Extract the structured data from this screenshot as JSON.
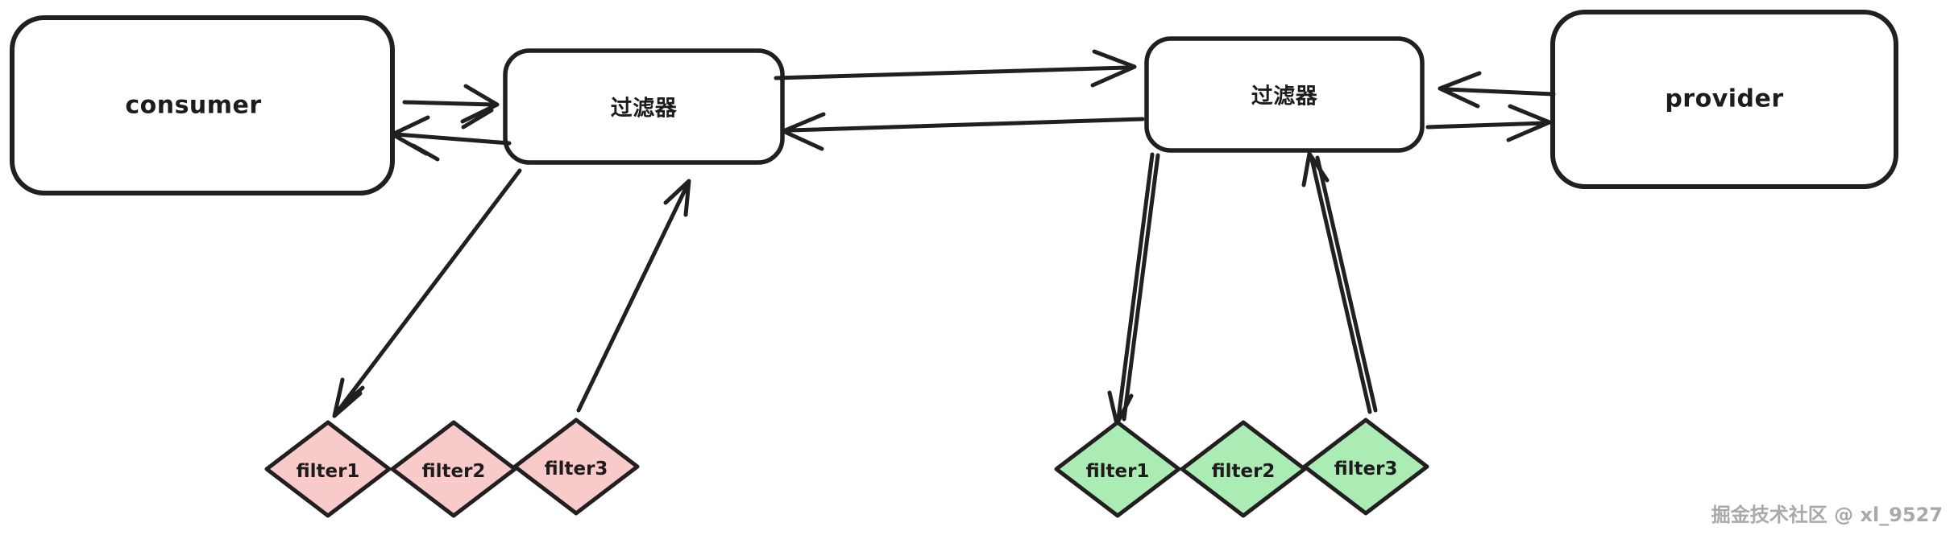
{
  "diagram": {
    "nodes": {
      "consumer": {
        "label": "consumer"
      },
      "filter_box_left": {
        "label": "过滤器"
      },
      "filter_box_right": {
        "label": "过滤器"
      },
      "provider": {
        "label": "provider"
      }
    },
    "pink_filters": [
      {
        "label": "filter1"
      },
      {
        "label": "filter2"
      },
      {
        "label": "filter3"
      }
    ],
    "green_filters": [
      {
        "label": "filter1"
      },
      {
        "label": "filter2"
      },
      {
        "label": "filter3"
      }
    ],
    "colors": {
      "stroke": "#211f1f",
      "pink_fill": "#f9caca",
      "green_fill": "#abecb4",
      "background": "#ffffff",
      "watermark_text": "#a9a9a9"
    },
    "watermark": "掘金技术社区 @ xl_9527"
  }
}
